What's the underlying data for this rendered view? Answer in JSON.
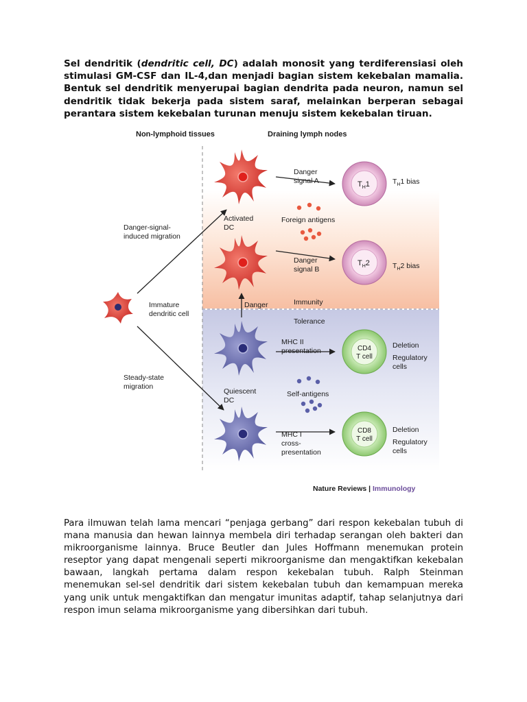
{
  "intro": {
    "t1": "Sel dendritik (",
    "t2": "dendritic cell, DC",
    "t3": ") adalah monosit yang terdiferensiasi oleh stimulasi GM-CSF dan IL-4,dan menjadi bagian sistem kekebalan mamalia. Bentuk sel dendritik menyerupai bagian dendrita pada neuron, namun sel dendritik tidak bekerja pada sistem saraf, melainkan berperan sebagai perantara sistem kekebalan turunan menuju sistem kekebalan tiruan."
  },
  "figure": {
    "col_left": "Non-lymphoid tissues",
    "col_right": "Draining lymph nodes",
    "danger_migration": [
      "Danger-signal-",
      "induced migration"
    ],
    "steady_migration": [
      "Steady-state",
      "migration"
    ],
    "immature_dc": [
      "Immature",
      "dendritic cell"
    ],
    "activated_dc": [
      "Activated",
      "DC"
    ],
    "quiescent_dc": [
      "Quiescent",
      "DC"
    ],
    "signal_a": [
      "Danger",
      "signal A"
    ],
    "signal_b": [
      "Danger",
      "signal B"
    ],
    "foreign_antigens": "Foreign antigens",
    "self_antigens": "Self-antigens",
    "danger": "Danger",
    "immunity": "Immunity",
    "tolerance": "Tolerance",
    "mhc2": [
      "MHC II",
      "presentation"
    ],
    "mhc1": [
      "MHC I",
      "cross-",
      "presentation"
    ],
    "th1_cell": "T",
    "th1_sub": "H",
    "th1_num": "1",
    "th1_bias_a": "T",
    "th1_bias_sub": "H",
    "th1_bias_b": "1 bias",
    "th2_cell": "T",
    "th2_sub": "H",
    "th2_num": "2",
    "th2_bias_a": "T",
    "th2_bias_sub": "H",
    "th2_bias_b": "2 bias",
    "cd4": [
      "CD4",
      "T cell"
    ],
    "cd8": [
      "CD8",
      "T cell"
    ],
    "cd4_outcome": [
      "Deletion",
      "Regulatory",
      "cells"
    ],
    "cd8_outcome": [
      "Deletion",
      "Regulatory",
      "cells"
    ],
    "credit_a": "Nature Reviews",
    "credit_sep": " | ",
    "credit_b": "Immunology"
  },
  "body": {
    "para": "Para ilmuwan telah lama mencari “penjaga gerbang” dari respon kekebalan tubuh di mana manusia dan hewan lainnya membela diri terhadap serangan oleh bakteri dan mikroorganisme lainnya. Bruce Beutler dan Jules Hoffmann menemukan protein reseptor yang dapat mengenali seperti mikroorganisme dan mengaktifkan kekebalan bawaan, langkah pertama dalam respon kekebalan tubuh. Ralph Steinman menemukan sel-sel dendritik dari sistem kekebalan tubuh dan kemampuan mereka yang unik untuk mengaktifkan dan mengatur imunitas adaptif, tahap selanjutnya dari respon imun selama mikroorganisme yang dibersihkan dari tubuh."
  },
  "colors": {
    "red_cell": "#d8352e",
    "blue_cell": "#5f63a8",
    "immunity_bg": "#f9c9b0",
    "tolerance_bg": "#c9cce6",
    "th_cell": "#e3a8cf",
    "t_cell": "#a8d88f",
    "immunology": "#6b4c9a"
  }
}
